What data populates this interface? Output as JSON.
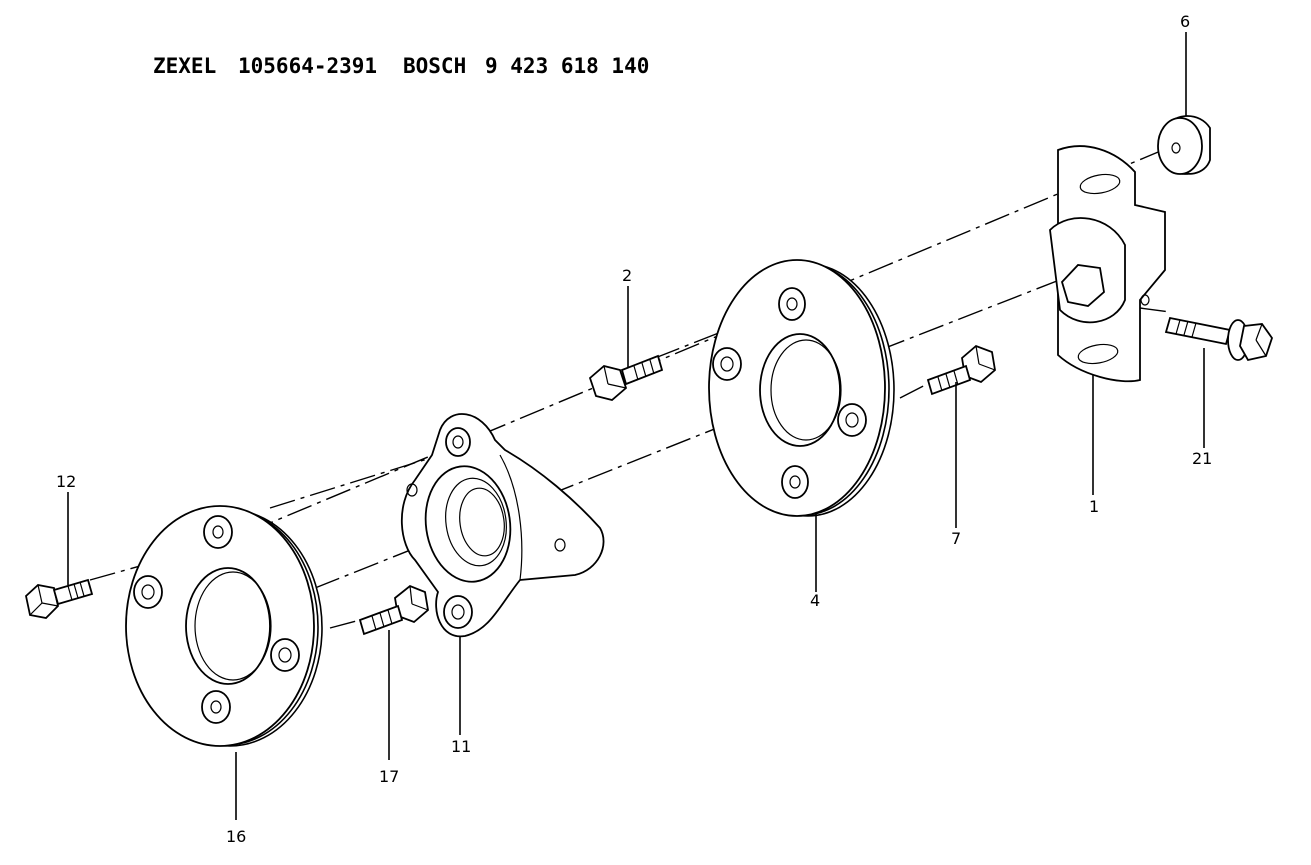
{
  "header": {
    "maker1": "ZEXEL",
    "part1": "105664-2391",
    "maker2": "BOSCH",
    "part2": "9 423 618 140"
  },
  "callouts": {
    "c1": "1",
    "c2": "2",
    "c4": "4",
    "c6": "6",
    "c7": "7",
    "c11": "11",
    "c12": "12",
    "c16": "16",
    "c17": "17",
    "c21": "21"
  }
}
